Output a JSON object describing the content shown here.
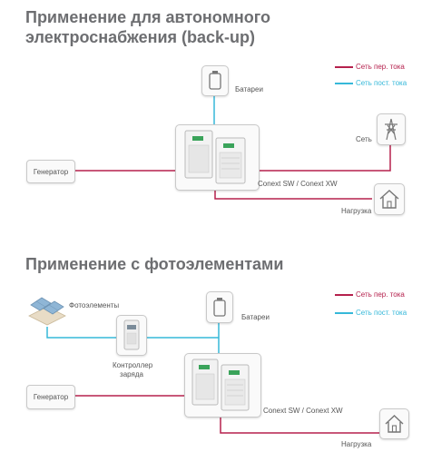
{
  "section1": {
    "title_line1": "Применение для автономного",
    "title_line2": "электроснабжения (back-up)",
    "legend_ac": "Сеть пер. тока",
    "legend_dc": "Сеть пост. тока",
    "battery_label": "Батареи",
    "grid_label": "Сеть",
    "generator_label": "Генератор",
    "inverter_label": "Conext SW / Conext XW",
    "load_label": "Нагрузка"
  },
  "section2": {
    "title": "Применение с фотоэлементами",
    "legend_ac": "Сеть пер. тока",
    "legend_dc": "Сеть пост. тока",
    "pv_label": "Фотоэлементы",
    "battery_label": "Батареи",
    "controller_label_line1": "Контроллер",
    "controller_label_line2": "заряда",
    "generator_label": "Генератор",
    "inverter_label": "Conext SW / Conext XW",
    "load_label": "Нагрузка"
  },
  "colors": {
    "ac_line": "#b5214d",
    "dc_line": "#36b8d9",
    "title": "#6d6e71"
  },
  "icons": [
    "battery-icon",
    "transmission-tower-icon",
    "house-icon",
    "solar-panel-icon",
    "inverter-icon",
    "charge-controller-icon"
  ]
}
